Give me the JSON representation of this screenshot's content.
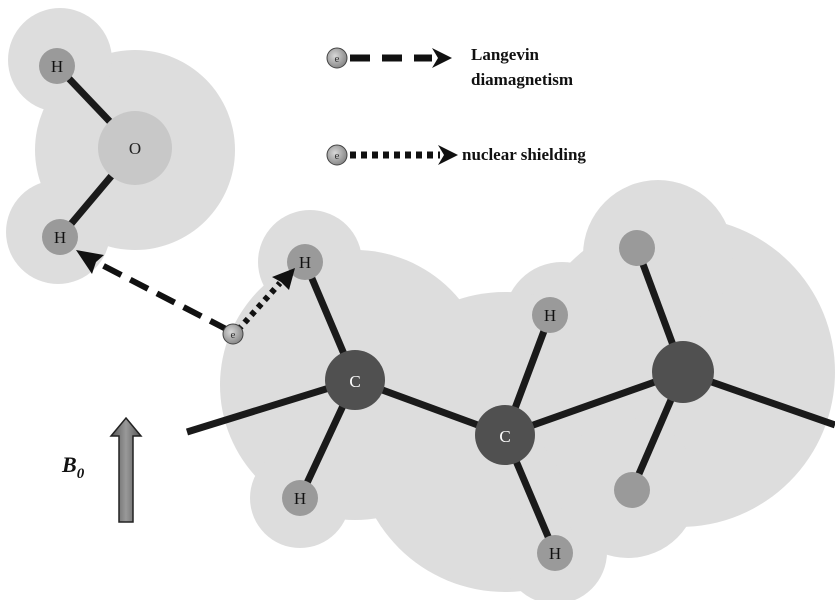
{
  "legend": {
    "langevin_line1": "Langevin",
    "langevin_line2": "diamagnetism",
    "shielding": "nuclear shielding",
    "electron_symbol": "e"
  },
  "field": {
    "label": "B",
    "subscript": "0"
  },
  "atoms": {
    "water_o": "O",
    "water_h_top": "H",
    "water_h_bottom": "H",
    "h_shield": "H",
    "c1": "C",
    "c2": "C",
    "h_c1_bottom": "H",
    "h_c2_top": "H",
    "h_c2_bottom": "H"
  },
  "electron": "e",
  "colors": {
    "cloud": "#dddddd",
    "carbon": "#505050",
    "hydrogen": "#9a9a9a",
    "oxygen": "#c8c8c8",
    "bond": "#1a1a1a",
    "arrow_fill": "#7a7a7a"
  }
}
